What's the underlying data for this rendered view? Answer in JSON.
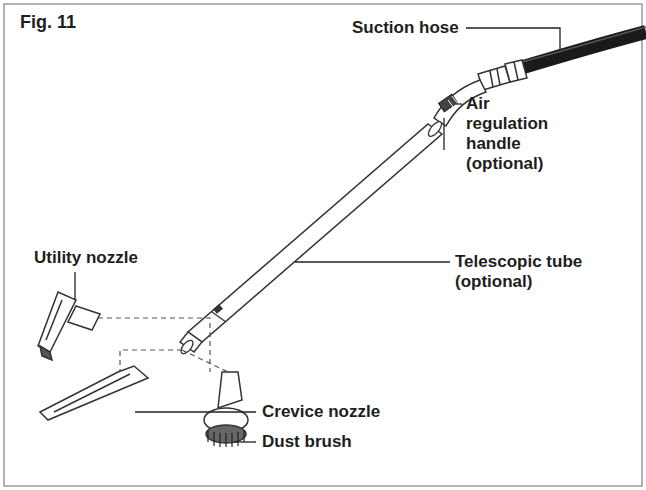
{
  "diagram": {
    "title": "Fig. 11",
    "labels": [
      "Suction hose",
      "Air regulation handle (optional)",
      "Telescopic tube (optional)",
      "Utility nozzle",
      "Crevice nozzle",
      "Dust brush"
    ]
  }
}
